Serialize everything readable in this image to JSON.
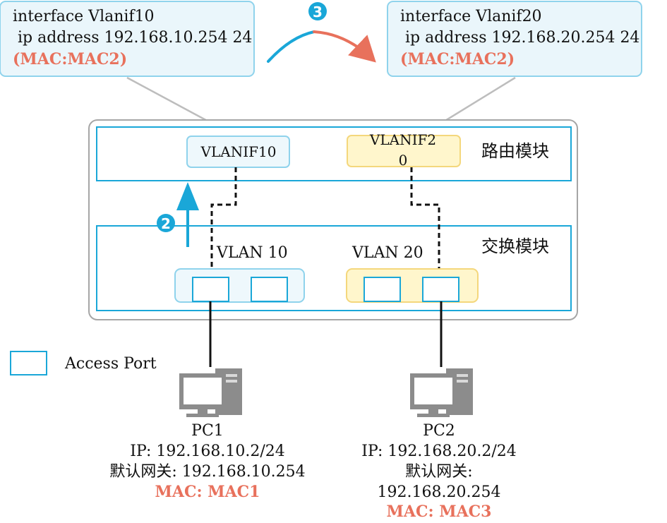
{
  "colors": {
    "blue": "#1aa7d8",
    "light_blue_fill": "#eef8fc",
    "callout_fill": "#eaf6fb",
    "callout_stroke": "#8fd3ec",
    "yellow_fill": "#fff6cc",
    "yellow_stroke": "#f4d77c",
    "red": "#e8715c",
    "gray": "#9e9e9e",
    "device": "#8c8c8c"
  },
  "callout_left": {
    "line1": "interface Vlanif10",
    "line2": " ip address 192.168.10.254 24",
    "line3": "(MAC:MAC2)"
  },
  "callout_right": {
    "line1": "interface Vlanif20",
    "line2": " ip address 192.168.20.254 24",
    "line3": "(MAC:MAC2)"
  },
  "step_badges": {
    "step3": "3",
    "step2": "2"
  },
  "routing_module": {
    "label": "路由模块",
    "vlanif10": "VLANIF10",
    "vlanif20_line1": "VLANIF2",
    "vlanif20_line2": "0"
  },
  "switching_module": {
    "label": "交换模块",
    "vlan10": "VLAN 10",
    "vlan20": "VLAN 20"
  },
  "legend": {
    "access_port": "Access Port"
  },
  "pc1": {
    "name": "PC1",
    "ip": "IP: 192.168.10.2/24",
    "gateway": "默认网关: 192.168.10.254",
    "mac": "MAC: MAC1"
  },
  "pc2": {
    "name": "PC2",
    "ip": "IP: 192.168.20.2/24",
    "gateway_label": "默认网关:",
    "gateway_value": "192.168.20.254",
    "mac": "MAC: MAC3"
  }
}
